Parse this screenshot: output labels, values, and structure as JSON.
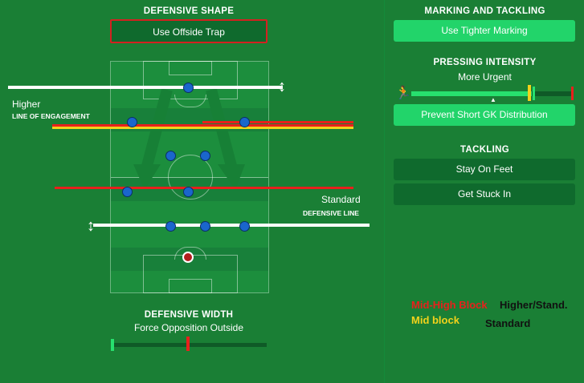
{
  "defensive_shape": {
    "title": "DEFENSIVE SHAPE",
    "offside_button": "Use Offside Trap"
  },
  "line_of_engagement": {
    "value": "Higher",
    "label": "LINE OF ENGAGEMENT"
  },
  "defensive_line": {
    "value": "Standard",
    "label": "DEFENSIVE LINE"
  },
  "defensive_width": {
    "title": "DEFENSIVE WIDTH",
    "value": "Force Opposition Outside"
  },
  "marking": {
    "title": "MARKING AND TACKLING",
    "button": "Use Tighter Marking"
  },
  "pressing": {
    "title": "PRESSING INTENSITY",
    "value": "More Urgent",
    "button": "Prevent Short GK Distribution"
  },
  "tackling": {
    "title": "TACKLING",
    "options": [
      "Stay On Feet",
      "Get Stuck In"
    ]
  },
  "annotations": {
    "mid_high_block": "Mid-High Block",
    "mid_block": "Mid block",
    "higher_standard": "Higher/Stand.",
    "standard": "Standard"
  },
  "colors": {
    "background": "#1a7f35",
    "bright_button": "#22d46a",
    "dark_button": "#0f6a2d",
    "annotation_red": "#e8201c",
    "annotation_yellow": "#f2d21b"
  }
}
